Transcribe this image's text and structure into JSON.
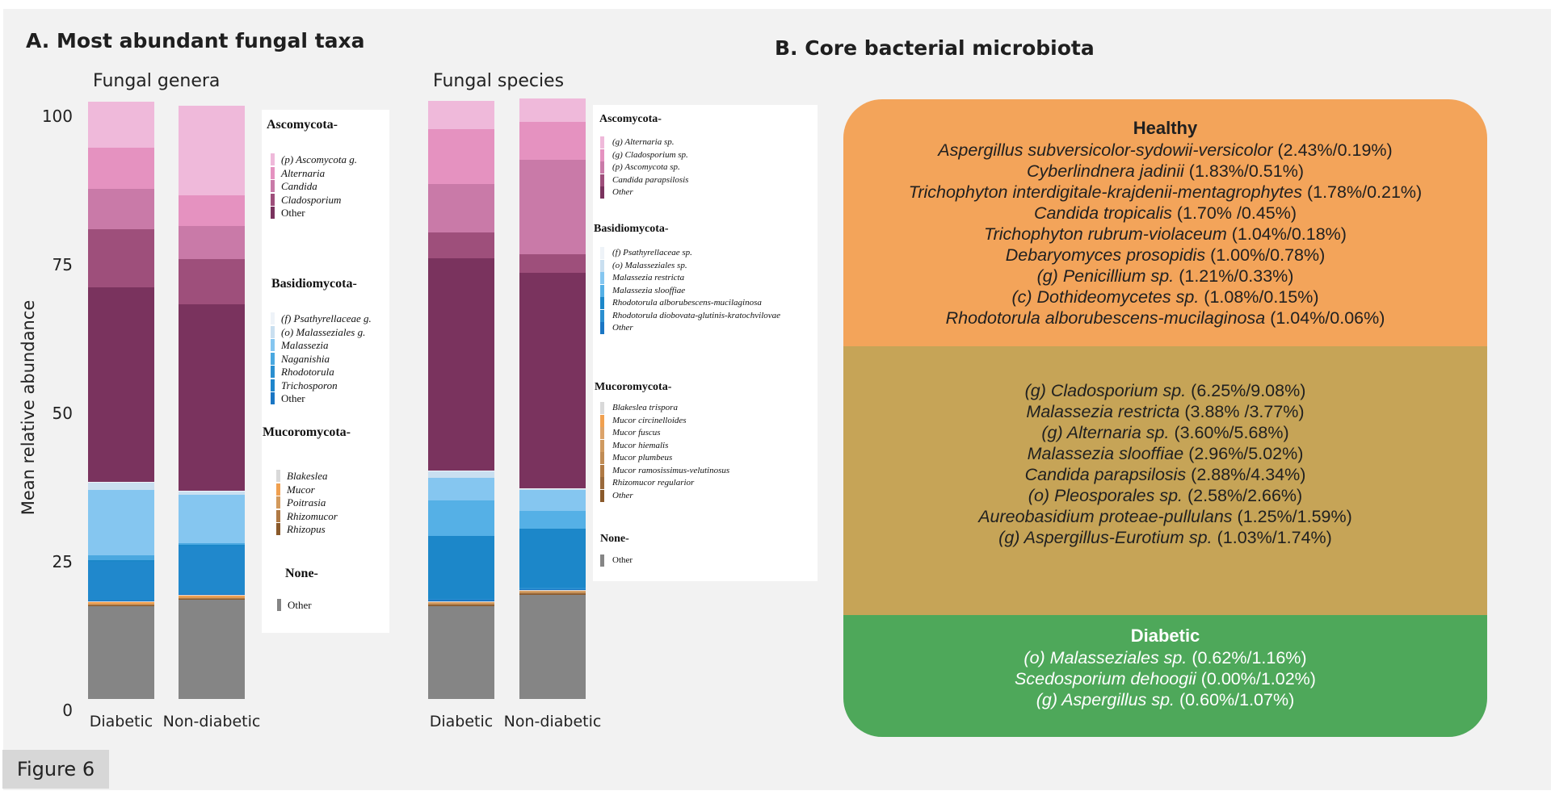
{
  "figure_label": "Figure 6",
  "panel_a": {
    "title": "A. Most abundant fungal taxa",
    "ylabel": "Mean relative abundance",
    "yticks": [
      "100",
      "75",
      "50",
      "25",
      "0"
    ]
  },
  "panel_b": {
    "title": "B. Core bacterial microbiota",
    "groups": [
      {
        "title": "Healthy",
        "color": "#f3a45a",
        "items": [
          {
            "name": "Aspergillus subversicolor-sydowii-versicolor",
            "values": "(2.43%/0.19%)"
          },
          {
            "name": "Cyberlindnera jadinii",
            "values": "(1.83%/0.51%)"
          },
          {
            "name": "Trichophyton interdigitale-krajdenii-mentagrophytes",
            "values": "(1.78%/0.21%)"
          },
          {
            "name": "Candida tropicalis",
            "values": "(1.70% /0.45%)"
          },
          {
            "name": "Trichophyton rubrum-violaceum",
            "values": "(1.04%/0.18%)"
          },
          {
            "name": "Debaryomyces prosopidis",
            "values": "(1.00%/0.78%)"
          },
          {
            "name": "(g) Penicillium sp.",
            "values": "(1.21%/0.33%)"
          },
          {
            "name": "(c) Dothideomycetes sp.",
            "values": "(1.08%/0.15%)"
          },
          {
            "name": "Rhodotorula alborubescens-mucilaginosa",
            "values": "(1.04%/0.06%)"
          }
        ]
      },
      {
        "title": "",
        "color": "#c6a457",
        "items": [
          {
            "name": "(g) Cladosporium sp.",
            "values": "(6.25%/9.08%)"
          },
          {
            "name": "Malassezia restricta",
            "values": "(3.88% /3.77%)"
          },
          {
            "name": "(g) Alternaria sp.",
            "values": "(3.60%/5.68%)"
          },
          {
            "name": "Malassezia slooffiae",
            "values": "(2.96%/5.02%)"
          },
          {
            "name": "Candida parapsilosis",
            "values": "(2.88%/4.34%)"
          },
          {
            "name": "(o) Pleosporales sp.",
            "values": "(2.58%/2.66%)"
          },
          {
            "name": "Aureobasidium proteae-pullulans",
            "values": "(1.25%/1.59%)"
          },
          {
            "name": "(g) Aspergillus-Eurotium sp.",
            "values": "(1.03%/1.74%)"
          }
        ]
      },
      {
        "title": "Diabetic",
        "color": "#4ea85a",
        "items": [
          {
            "name": "(o) Malasseziales sp.",
            "values": "(0.62%/1.16%)"
          },
          {
            "name": "Scedosporium dehoogii",
            "values": "(0.00%/1.02%)"
          },
          {
            "name": "(g) Aspergillus sp.",
            "values": "(0.60%/1.07%)"
          }
        ]
      }
    ]
  },
  "chart_data": [
    {
      "type": "bar",
      "stacked": true,
      "title": "Fungal genera",
      "xlabel": "",
      "ylabel": "Mean relative abundance",
      "ylim": [
        0,
        100
      ],
      "categories": [
        "Diabetic",
        "Non-diabetic"
      ],
      "series": [
        {
          "name": "Other",
          "group": "None",
          "color": "#858585",
          "values": [
            15.7,
            16.8
          ]
        },
        {
          "name": "Rhizopus",
          "group": "Mucoromycota",
          "color": "#8a5a2b",
          "values": [
            0.1,
            0.1
          ]
        },
        {
          "name": "Rhizomucor",
          "group": "Mucoromycota",
          "color": "#b07a45",
          "values": [
            0.1,
            0.1
          ]
        },
        {
          "name": "Poitrasia",
          "group": "Mucoromycota",
          "color": "#d39a5c",
          "values": [
            0.1,
            0.1
          ]
        },
        {
          "name": "Mucor",
          "group": "Mucoromycota",
          "color": "#f0a050",
          "values": [
            0.3,
            0.3
          ]
        },
        {
          "name": "Blakeslea",
          "group": "Mucoromycota",
          "color": "#d9d9d9",
          "values": [
            0.1,
            0.1
          ]
        },
        {
          "name": "Other",
          "group": "Basidiomycota",
          "color": "#1a76c4",
          "values": [
            0.2,
            0.2
          ]
        },
        {
          "name": "Trichosporon",
          "group": "Basidiomycota",
          "color": "#2088cc",
          "values": [
            6.5,
            8.0
          ]
        },
        {
          "name": "Rhodotorula",
          "group": "Basidiomycota",
          "color": "#1c87c9",
          "values": [
            0.3,
            0.2
          ]
        },
        {
          "name": "Naganishia",
          "group": "Basidiomycota",
          "color": "#4aa8e0",
          "values": [
            0.8,
            0.3
          ]
        },
        {
          "name": "Malassezia",
          "group": "Basidiomycota",
          "color": "#85c6f0",
          "values": [
            11.0,
            8.2
          ]
        },
        {
          "name": "(o) Malasseziales g.",
          "group": "Basidiomycota",
          "color": "#c9dff0",
          "values": [
            1.2,
            0.5
          ]
        },
        {
          "name": "(f) Psathyrellaceae g.",
          "group": "Basidiomycota",
          "color": "#eef3f8",
          "values": [
            0.1,
            0.2
          ]
        },
        {
          "name": "Other",
          "group": "Ascomycota",
          "color": "#7a335e",
          "values": [
            32.8,
            31.4
          ]
        },
        {
          "name": "Cladosporium",
          "group": "Ascomycota",
          "color": "#9e4f7b",
          "values": [
            9.8,
            7.6
          ]
        },
        {
          "name": "Candida",
          "group": "Ascomycota",
          "color": "#c97aa8",
          "values": [
            6.8,
            5.5
          ]
        },
        {
          "name": "Alternaria",
          "group": "Ascomycota",
          "color": "#e592c0",
          "values": [
            6.9,
            5.2
          ]
        },
        {
          "name": "(p) Ascomycota g.",
          "group": "Ascomycota",
          "color": "#efb9da",
          "values": [
            7.7,
            15.0
          ]
        }
      ],
      "legend": {
        "position": "right",
        "groups": [
          {
            "title": "Ascomycota-",
            "items": [
              {
                "label": "(p) Ascomycota g.",
                "color": "#efb9da"
              },
              {
                "label": "Alternaria",
                "color": "#e592c0"
              },
              {
                "label": "Candida",
                "color": "#c97aa8"
              },
              {
                "label": "Cladosporium",
                "color": "#9e4f7b"
              },
              {
                "label": "Other",
                "color": "#7a335e",
                "italic": false
              }
            ]
          },
          {
            "title": "Basidiomycota-",
            "items": [
              {
                "label": "(f) Psathyrellaceae g.",
                "color": "#eef3f8"
              },
              {
                "label": "(o) Malasseziales g.",
                "color": "#c9dff0"
              },
              {
                "label": "Malassezia",
                "color": "#85c6f0"
              },
              {
                "label": "Naganishia",
                "color": "#4aa8e0"
              },
              {
                "label": "Rhodotorula",
                "color": "#2a8fd0"
              },
              {
                "label": "Trichosporon",
                "color": "#1f86cc"
              },
              {
                "label": "Other",
                "color": "#1a76c4",
                "italic": false
              }
            ]
          },
          {
            "title": "Mucoromycota-",
            "items": [
              {
                "label": "Blakeslea",
                "color": "#d9d9d9"
              },
              {
                "label": "Mucor",
                "color": "#f0a050"
              },
              {
                "label": "Poitrasia",
                "color": "#d39a5c"
              },
              {
                "label": "Rhizomucor",
                "color": "#b07a45"
              },
              {
                "label": "Rhizopus",
                "color": "#8a5a2b"
              }
            ]
          },
          {
            "title": "None-",
            "items": [
              {
                "label": "Other",
                "color": "#858585",
                "italic": false
              }
            ]
          }
        ]
      }
    },
    {
      "type": "bar",
      "stacked": true,
      "title": "Fungal species",
      "xlabel": "",
      "ylabel": "Mean relative abundance",
      "ylim": [
        0,
        100
      ],
      "categories": [
        "Diabetic",
        "Non-diabetic"
      ],
      "series": [
        {
          "name": "Other",
          "group": "None",
          "color": "#858585",
          "values": [
            15.7,
            17.6
          ]
        },
        {
          "name": "Other",
          "group": "Mucoromycota",
          "color": "#8a5a2b",
          "values": [
            0.1,
            0.1
          ]
        },
        {
          "name": "Rhizomucor regularior",
          "group": "Mucoromycota",
          "color": "#9a6a3c",
          "values": [
            0.1,
            0.1
          ]
        },
        {
          "name": "Mucor ramosissimus-velutinosus",
          "group": "Mucoromycota",
          "color": "#b07a45",
          "values": [
            0.1,
            0.1
          ]
        },
        {
          "name": "Mucor plumbeus",
          "group": "Mucoromycota",
          "color": "#c08c55",
          "values": [
            0.1,
            0.1
          ]
        },
        {
          "name": "Mucor hiemalis",
          "group": "Mucoromycota",
          "color": "#cf9a60",
          "values": [
            0.1,
            0.1
          ]
        },
        {
          "name": "Mucor fuscus",
          "group": "Mucoromycota",
          "color": "#dca36a",
          "values": [
            0.1,
            0.1
          ]
        },
        {
          "name": "Mucor circinelloides",
          "group": "Mucoromycota",
          "color": "#f0a050",
          "values": [
            0.1,
            0.1
          ]
        },
        {
          "name": "Blakeslea trispora",
          "group": "Mucoromycota",
          "color": "#d9d9d9",
          "values": [
            0.1,
            0.1
          ]
        },
        {
          "name": "Other",
          "group": "Basidiomycota",
          "color": "#1a76c4",
          "values": [
            0.2,
            0.1
          ]
        },
        {
          "name": "Rhodotorula diobovata-glutinis-kratochvilovae",
          "group": "Basidiomycota",
          "color": "#2a8fd0",
          "values": [
            0.2,
            0.2
          ]
        },
        {
          "name": "Rhodotorula alborubescens-mucilaginosa",
          "group": "Basidiomycota",
          "color": "#1c87c9",
          "values": [
            10.5,
            10.0
          ]
        },
        {
          "name": "Malassezia slooffiae",
          "group": "Basidiomycota",
          "color": "#55b0e6",
          "values": [
            6.0,
            3.0
          ]
        },
        {
          "name": "Malassezia restricta",
          "group": "Basidiomycota",
          "color": "#85c6f0",
          "values": [
            3.8,
            3.5
          ]
        },
        {
          "name": "(o) Malasseziales sp.",
          "group": "Basidiomycota",
          "color": "#c9dff0",
          "values": [
            1.1,
            0.2
          ]
        },
        {
          "name": "(f) Psathyrellaceae sp.",
          "group": "Basidiomycota",
          "color": "#eef3f8",
          "values": [
            0.1,
            0.1
          ]
        },
        {
          "name": "Other",
          "group": "Ascomycota",
          "color": "#7a335e",
          "values": [
            35.8,
            36.3
          ]
        },
        {
          "name": "Candida parapsilosis",
          "group": "Ascomycota",
          "color": "#9e4f7b",
          "values": [
            4.3,
            3.0
          ]
        },
        {
          "name": "(p) Ascomycota sp.",
          "group": "Ascomycota",
          "color": "#c97aa8",
          "values": [
            8.2,
            16.0
          ]
        },
        {
          "name": "(g) Cladosporium sp.",
          "group": "Ascomycota",
          "color": "#e592c0",
          "values": [
            9.2,
            6.4
          ]
        },
        {
          "name": "(g) Alternaria sp.",
          "group": "Ascomycota",
          "color": "#efb9da",
          "values": [
            4.8,
            3.9
          ]
        }
      ],
      "legend": {
        "position": "right",
        "groups": [
          {
            "title": "Ascomycota-",
            "items": [
              {
                "label": "(g) Alternaria sp.",
                "color": "#efb9da"
              },
              {
                "label": "(g) Cladosporium sp.",
                "color": "#e592c0"
              },
              {
                "label": "(p) Ascomycota sp.",
                "color": "#c97aa8"
              },
              {
                "label": "Candida parapsilosis",
                "color": "#9e4f7b"
              },
              {
                "label": "Other",
                "color": "#7a335e"
              }
            ]
          },
          {
            "title": "Basidiomycota-",
            "items": [
              {
                "label": "(f) Psathyrellaceae sp.",
                "color": "#eef3f8"
              },
              {
                "label": "(o) Malasseziales sp.",
                "color": "#c9dff0"
              },
              {
                "label": "Malassezia restricta",
                "color": "#85c6f0"
              },
              {
                "label": "Malassezia slooffiae",
                "color": "#55b0e6"
              },
              {
                "label": "Rhodotorula alborubescens-mucilaginosa",
                "color": "#1c87c9"
              },
              {
                "label": "Rhodotorula diobovata-glutinis-kratochvilovae",
                "color": "#2a8fd0"
              },
              {
                "label": "Other",
                "color": "#1a76c4"
              }
            ]
          },
          {
            "title": "Mucoromycota-",
            "items": [
              {
                "label": "Blakeslea trispora",
                "color": "#d9d9d9"
              },
              {
                "label": "Mucor circinelloides",
                "color": "#f0a050"
              },
              {
                "label": "Mucor fuscus",
                "color": "#dca36a"
              },
              {
                "label": "Mucor hiemalis",
                "color": "#cf9a60"
              },
              {
                "label": "Mucor plumbeus",
                "color": "#c08c55"
              },
              {
                "label": "Mucor ramosissimus-velutinosus",
                "color": "#b07a45"
              },
              {
                "label": "Rhizomucor regularior",
                "color": "#9a6a3c"
              },
              {
                "label": "Other",
                "color": "#8a5a2b"
              }
            ]
          },
          {
            "title": "None-",
            "items": [
              {
                "label": "Other",
                "color": "#858585",
                "italic": false
              }
            ]
          }
        ]
      }
    }
  ]
}
